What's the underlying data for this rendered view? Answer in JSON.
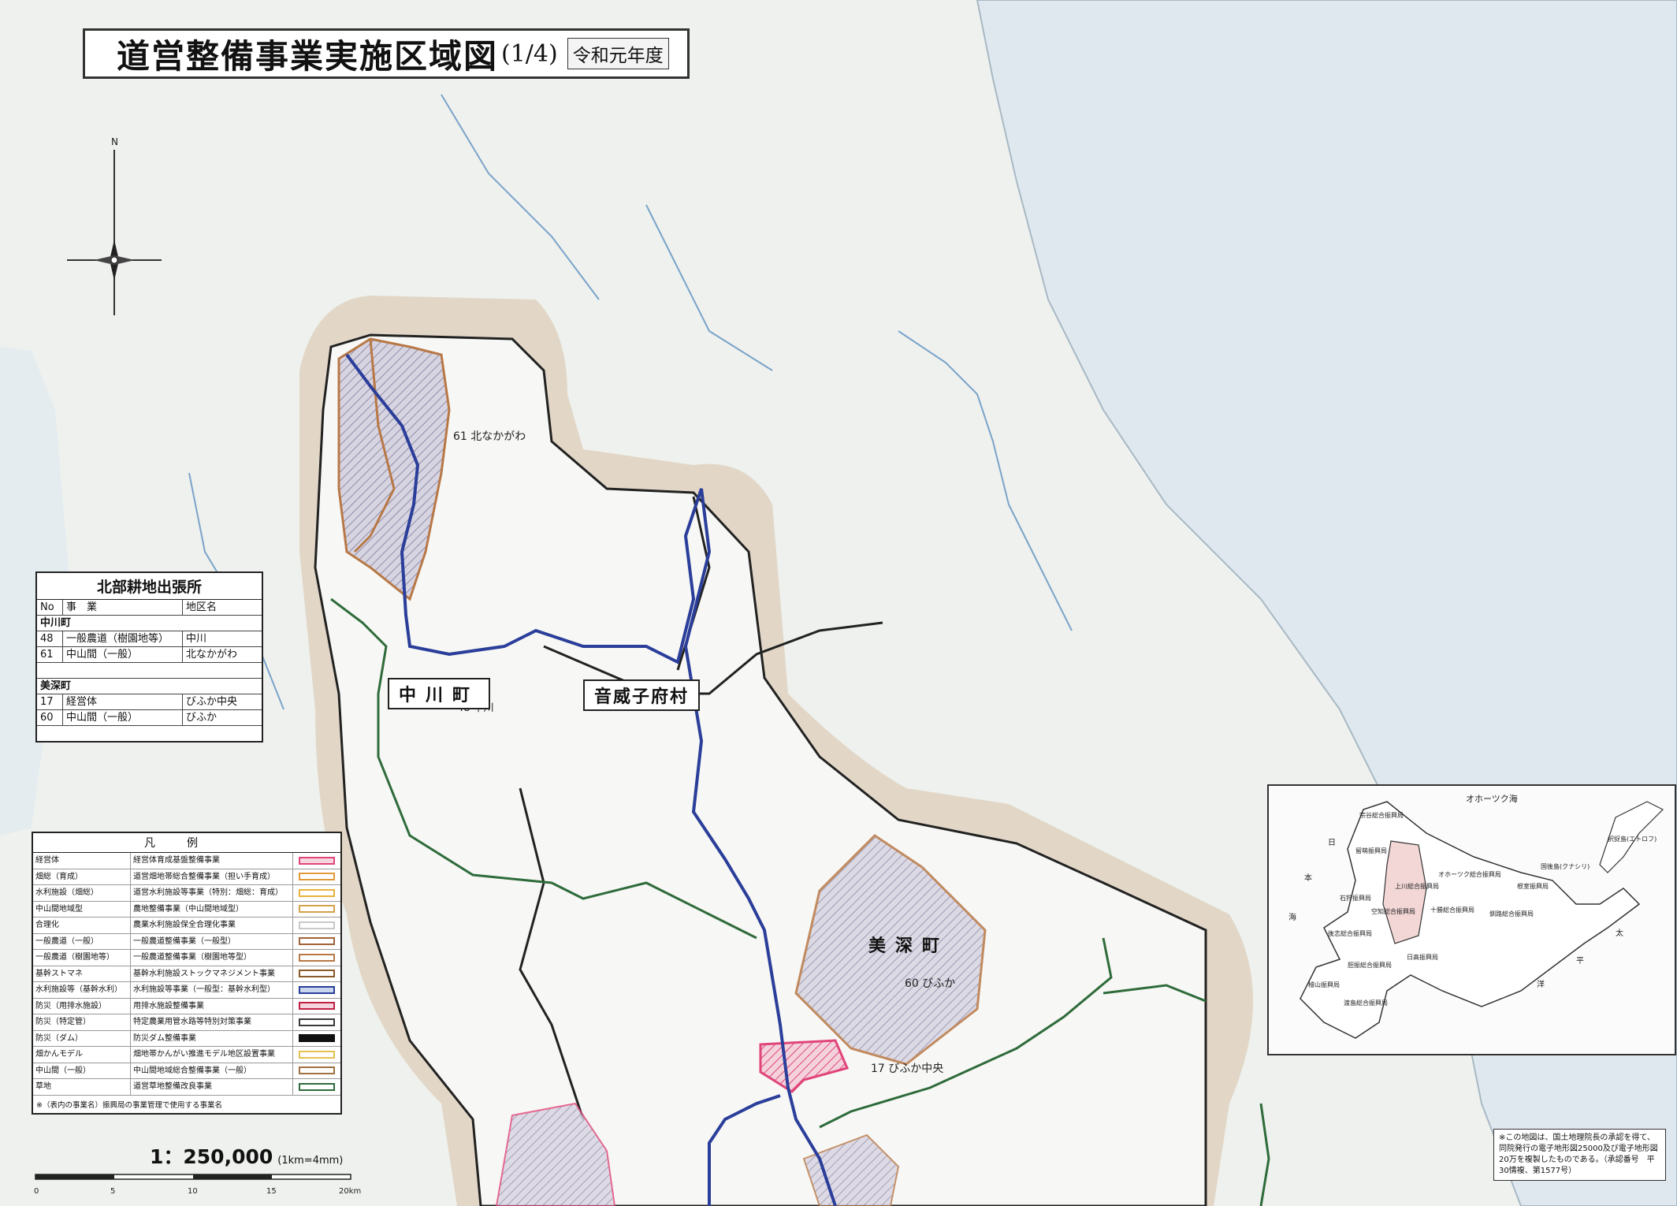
{
  "title": {
    "main": "道営整備事業実施区域図",
    "part": "(1/4)",
    "year": "令和元年度"
  },
  "office": {
    "title": "北部耕地出張所",
    "header": {
      "no": "No",
      "project": "事　業",
      "area": "地区名"
    },
    "towns": [
      {
        "name": "中川町",
        "rows": [
          {
            "no": "48",
            "project": "一般農道（樹園地等）",
            "area": "中川"
          },
          {
            "no": "61",
            "project": "中山間（一般）",
            "area": "北なかがわ"
          }
        ]
      },
      {
        "name": "美深町",
        "rows": [
          {
            "no": "17",
            "project": "経営体",
            "area": "びふか中央"
          },
          {
            "no": "60",
            "project": "中山間（一般）",
            "area": "びふか"
          }
        ]
      }
    ]
  },
  "map_labels": {
    "nakagawa": "中川町",
    "otoineppu": "音威子府村",
    "bifuka": "美深町",
    "site61": "61 北なかがわ",
    "site48": "48 中川",
    "site60": "60 びふか",
    "site17": "17 びふか中央",
    "north": "N"
  },
  "legend": {
    "title": "凡例",
    "rows": [
      {
        "short": "経営体",
        "desc": "経営体育成基盤整備事業",
        "swatch": "#e0457a"
      },
      {
        "short": "畑総（育成）",
        "desc": "道営畑地帯総合整備事業（担い手育成）",
        "swatch": "#e39a3a"
      },
      {
        "short": "水利施設（畑総）",
        "desc": "道営水利施設等事業（特別：畑総：育成）",
        "swatch": "#e8b33c"
      },
      {
        "short": "中山間地域型",
        "desc": "農地整備事業（中山間地域型）",
        "swatch": "#d4a24a"
      },
      {
        "short": "合理化",
        "desc": "農業水利施設保全合理化事業",
        "swatch": "#c9c9c9"
      },
      {
        "short": "一般農道（一般）",
        "desc": "一般農道整備事業（一般型）",
        "swatch": "#a0643a"
      },
      {
        "short": "一般農道（樹園地等）",
        "desc": "一般農道整備事業（樹園地等型）",
        "swatch": "#b87846"
      },
      {
        "short": "基幹ストマネ",
        "desc": "基幹水利施設ストックマネジメント事業",
        "swatch": "#8a5a2a"
      },
      {
        "short": "水利施設等（基幹水利）",
        "desc": "水利施設等事業（一般型：基幹水利型）",
        "swatch": "#2a3e9a"
      },
      {
        "short": "防災（用排水施設）",
        "desc": "用排水施設整備事業",
        "swatch": "#c02040"
      },
      {
        "short": "防災（特定管）",
        "desc": "特定農業用管水路等特別対策事業",
        "swatch": "#3a3a3a"
      },
      {
        "short": "防災（ダム）",
        "desc": "防災ダム整備事業",
        "swatch": "#111111"
      },
      {
        "short": "畑かんモデル",
        "desc": "畑地帯かんがい推進モデル地区設置事業",
        "swatch": "#e6c050"
      },
      {
        "short": "中山間（一般）",
        "desc": "中山間地域総合整備事業（一般）",
        "swatch": "#a07040"
      },
      {
        "short": "草地",
        "desc": "道営草地整備改良事業",
        "swatch": "#2e6b3a"
      }
    ],
    "note": "※（表内の事業名）振興局の事業管理で使用する事業名"
  },
  "scale": {
    "text": "1：250,000",
    "sub": "(1km=4mm)",
    "ticks": [
      "0",
      "5",
      "10",
      "15",
      "20km"
    ]
  },
  "inset": {
    "sea_label": "オホーツク海",
    "japan_sea": [
      "日",
      "本",
      "海"
    ],
    "pacific": [
      "太",
      "平",
      "洋"
    ],
    "offices": [
      "宗谷総合振興局",
      "留萌振興局",
      "上川総合振興局",
      "オホーツク総合振興局",
      "石狩振興局",
      "空知総合振興局",
      "根室振興局",
      "後志総合振興局",
      "胆振総合振興局",
      "十勝総合振興局",
      "釧路総合振興局",
      "日高振興局",
      "檜山振興局",
      "渡島総合振興局",
      "択捉島(エトロフ)",
      "国後島(クナシリ)"
    ]
  },
  "copyright": "※この地図は、国土地理院長の承認を得て、同院発行の電子地形図25000及び電子地形図20万を複製したものである。（承認番号　平30情複、第1577号）",
  "colors": {
    "sea": "#dfe8ef",
    "land": "#eef1ee",
    "buffer": "#dac6ae",
    "trunk_water": "#2a3e9a",
    "grass": "#2e6b3a",
    "chusankan": "#b87846",
    "keieitai": "#e0457a"
  }
}
